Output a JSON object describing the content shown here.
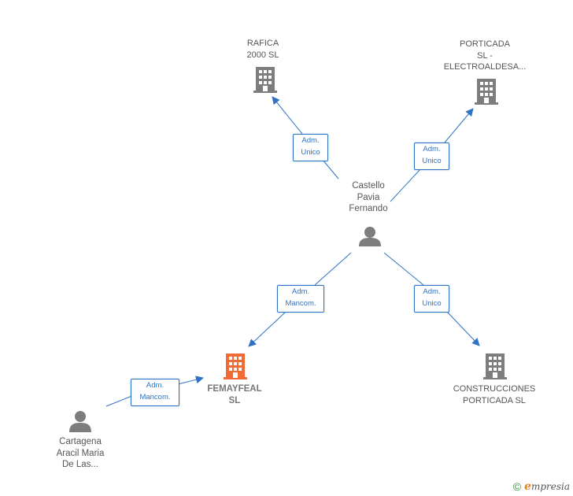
{
  "colors": {
    "edge": "#2f72c4",
    "company": "#7d7d7d",
    "focus_company": "#f26a35",
    "person": "#7d7d7d"
  },
  "nodes": {
    "rafica": {
      "label_lines": [
        "RAFICA",
        "2000 SL"
      ],
      "icon": "building-icon"
    },
    "porticada_electro": {
      "label_lines": [
        "PORTICADA",
        "SL -",
        "ELECTROALDESA..."
      ],
      "icon": "building-icon"
    },
    "castello": {
      "label_lines": [
        "Castello",
        "Pavia",
        "Fernando"
      ],
      "icon": "person-icon"
    },
    "femayfeal": {
      "label_lines": [
        "FEMAYFEAL",
        "SL"
      ],
      "icon": "building-icon"
    },
    "construcciones": {
      "label_lines": [
        "CONSTRUCCIONES",
        "PORTICADA SL"
      ],
      "icon": "building-icon"
    },
    "cartagena": {
      "label_lines": [
        "Cartagena",
        "Aracil Maria",
        "De Las..."
      ],
      "icon": "person-icon"
    }
  },
  "edges": {
    "castello_rafica": {
      "lines": [
        "Adm.",
        "Unico"
      ]
    },
    "castello_porticada": {
      "lines": [
        "Adm.",
        "Unico"
      ]
    },
    "castello_femayfeal": {
      "lines": [
        "Adm.",
        "Mancom."
      ]
    },
    "castello_construcciones": {
      "lines": [
        "Adm.",
        "Unico"
      ]
    },
    "cartagena_femayfeal": {
      "lines": [
        "Adm.",
        "Mancom."
      ]
    }
  },
  "footer": {
    "copyright_symbol": "©",
    "brand_initial": "e",
    "brand_rest": "mpresia"
  }
}
